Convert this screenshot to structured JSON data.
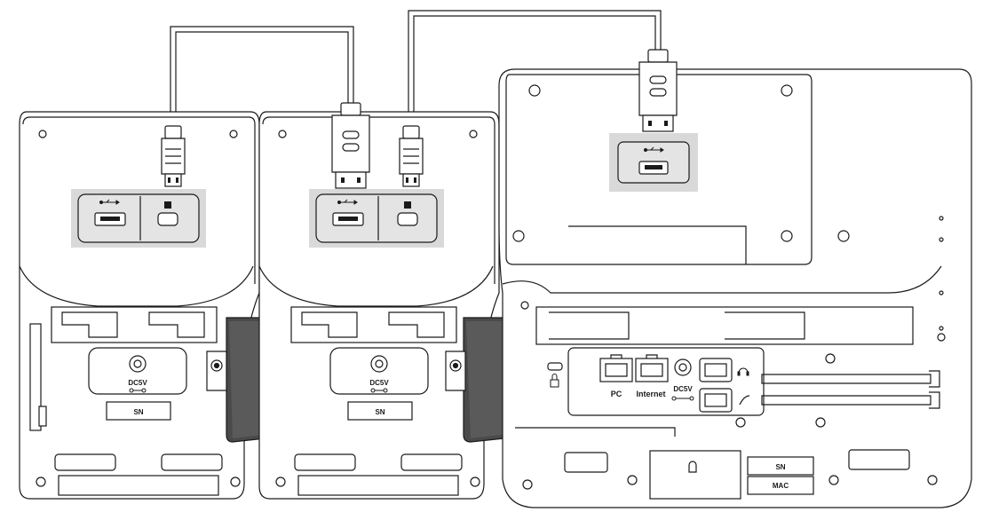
{
  "labels": {
    "sn": "SN",
    "mac": "MAC",
    "dc5v": "DC5V",
    "pc": "PC",
    "internet": "Internet"
  },
  "icons": {
    "usb": "usb-icon",
    "mini_usb": "mini-usb-port-icon",
    "lock": "lock-icon",
    "headset": "headset-icon",
    "handset": "handset-icon",
    "dc_polarity": "dc-polarity-icon"
  },
  "colors": {
    "stroke": "#1a1a1a",
    "panel_gray": "#d9d9d9",
    "dark_gray": "#4a4a4a",
    "mid_gray": "#9a9a9a",
    "background": "#ffffff"
  }
}
